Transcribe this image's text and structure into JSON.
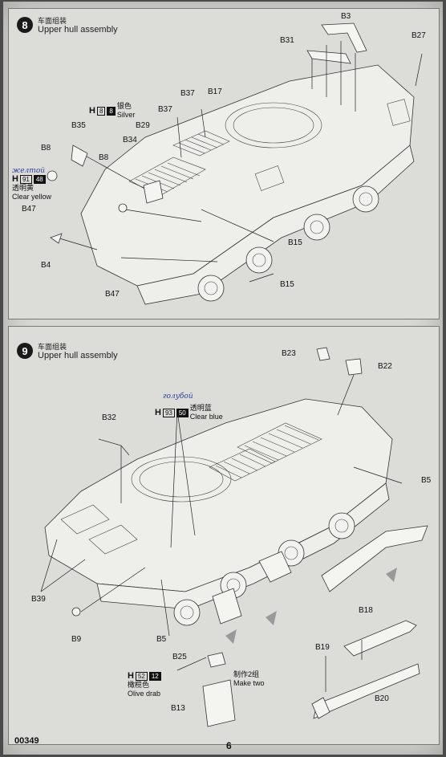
{
  "page": {
    "code": "00349",
    "number": "6"
  },
  "step8": {
    "number": "8",
    "title_cn": "车面组装",
    "title_en": "Upper hull assembly",
    "paint_silver": {
      "code_h": "H",
      "box1": "8",
      "box2": "8",
      "cn": "银色",
      "en": "Silver"
    },
    "paint_clear_yellow": {
      "code_h": "H",
      "box1": "91",
      "box2": "48",
      "cn": "透明黄",
      "en": "Clear yellow",
      "handwritten": "желтой"
    },
    "labels": {
      "b3": "B3",
      "b27": "B27",
      "b31": "B31",
      "b37a": "B37",
      "b17": "B17",
      "b37b": "B37",
      "b35": "B35",
      "b29": "B29",
      "b34": "B34",
      "b8a": "B8",
      "b8b": "B8",
      "b47a": "B47",
      "b4": "B4",
      "b47b": "B47",
      "b15a": "B15",
      "b15b": "B15"
    }
  },
  "step9": {
    "number": "9",
    "title_cn": "车面组装",
    "title_en": "Upper hull assembly",
    "paint_clear_blue": {
      "code_h": "H",
      "box1": "93",
      "box2": "50",
      "cn": "透明蓝",
      "en": "Clear blue",
      "handwritten": "голубой"
    },
    "paint_olive": {
      "code_h": "H",
      "box1": "52",
      "box2": "12",
      "cn": "橄榄色",
      "en": "Olive drab"
    },
    "make_two": {
      "cn": "制作2组",
      "en": "Make two"
    },
    "labels": {
      "b23": "B23",
      "b22": "B22",
      "b32": "B32",
      "b5a": "B5",
      "b39": "B39",
      "b9": "B9",
      "b5b": "B5",
      "b25": "B25",
      "b13": "B13",
      "b18": "B18",
      "b19": "B19",
      "b20": "B20"
    }
  }
}
